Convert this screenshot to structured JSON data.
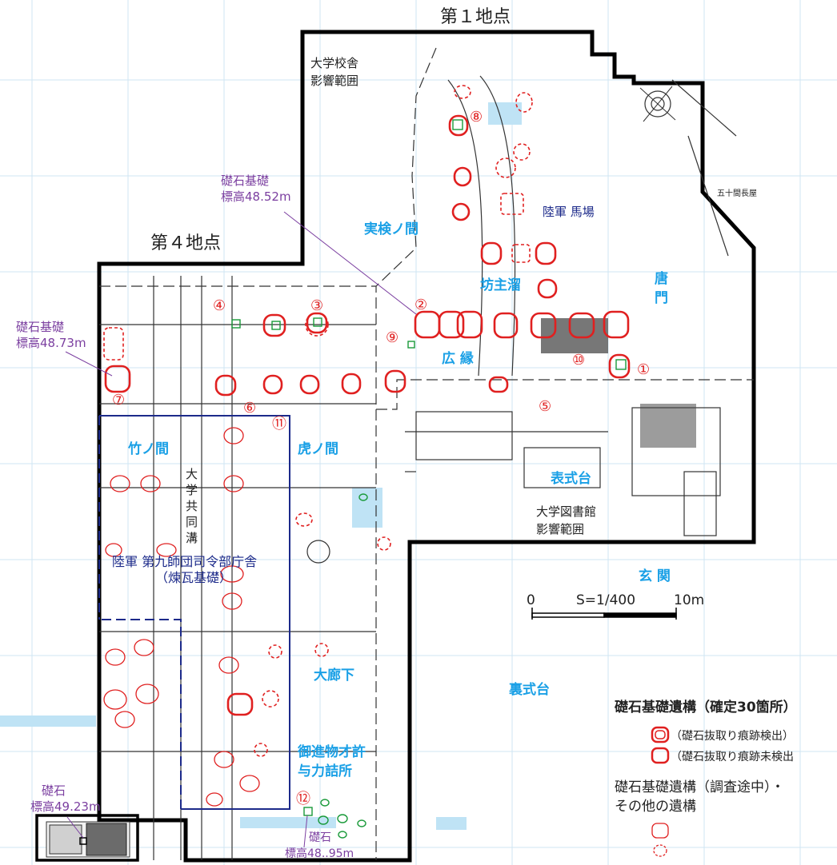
{
  "titles": {
    "point1": "第１地点",
    "point4": "第４地点"
  },
  "areas": {
    "univ_school": [
      "大学校舎",
      "影響範囲"
    ],
    "univ_library": [
      "大学図書館",
      "影響範囲"
    ],
    "gojikken": "五十間長屋",
    "common_ditch": [
      "大",
      "学",
      "共",
      "同",
      "溝"
    ],
    "army_hq": [
      "陸軍 第九師団司令部庁舎",
      "（煉瓦基礎）"
    ]
  },
  "rooms": {
    "jikken": "実検ノ間",
    "bouzu": "坊主溜",
    "army_baba": "陸軍 馬場",
    "karamon": [
      "唐",
      "門"
    ],
    "hiroen": "広 縁",
    "take": "竹ノ間",
    "tora": "虎ノ間",
    "omote": "表式台",
    "genkan": "玄 関",
    "daiousha": "大廊下",
    "goshinmotsu": "御進物才許",
    "yoriki": "与力詰所",
    "ura": "裏式台"
  },
  "elevations": {
    "e1": [
      "礎石基礎",
      "標高48.52m"
    ],
    "e2": [
      "礎石基礎",
      "標高48.73m"
    ],
    "e3": [
      "礎石",
      "標高49.23m"
    ],
    "e4": [
      "礎石",
      "標高48..95m"
    ]
  },
  "markers": [
    "①",
    "②",
    "③",
    "④",
    "⑤",
    "⑥",
    "⑦",
    "⑧",
    "⑨",
    "⑩",
    "⑪",
    "⑫"
  ],
  "scale": {
    "zero": "0",
    "ratio": "S=1/400",
    "ten": "10m"
  },
  "legend": {
    "title1": "礎石基礎遺構（確定30箇所）",
    "item1": "（礎石抜取り痕跡検出）",
    "item2": "（礎石抜取り痕跡未検出",
    "title2a": "礎石基礎遺構（調査途中）・",
    "title2b": "その他の遺構"
  },
  "colors": {
    "outline": "#000000",
    "stone_red": "#e02020",
    "other_green": "#1a9a3a",
    "room_blue": "#1aa0e6",
    "elev_purple": "#7b3fa0",
    "hq_navy": "#1c2a8a",
    "grid": "#cfe6f3"
  }
}
